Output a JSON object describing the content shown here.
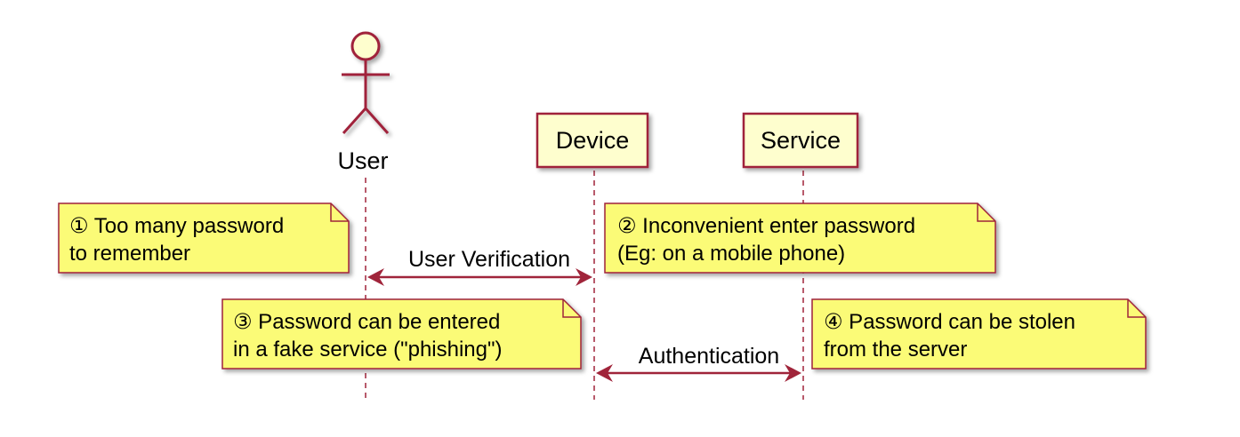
{
  "participants": {
    "user": "User",
    "device": "Device",
    "service": "Service"
  },
  "messages": {
    "user_verification": "User Verification",
    "authentication": "Authentication"
  },
  "notes": {
    "note1": {
      "line1": "① Too many password",
      "line2": "to remember"
    },
    "note2": {
      "line1": "② Inconvenient enter password",
      "line2": "(Eg: on a mobile phone)"
    },
    "note3": {
      "line1": "③ Password can be entered",
      "line2": "in a fake service (\"phishing\")"
    },
    "note4": {
      "line1": "④ Password can be stolen",
      "line2": "from the server"
    }
  },
  "colors": {
    "line": "#a0243a",
    "actor_fill": "#fefece",
    "participant_fill": "#fefece",
    "note_fill": "#fbfb77",
    "note_border": "#a0243a"
  }
}
